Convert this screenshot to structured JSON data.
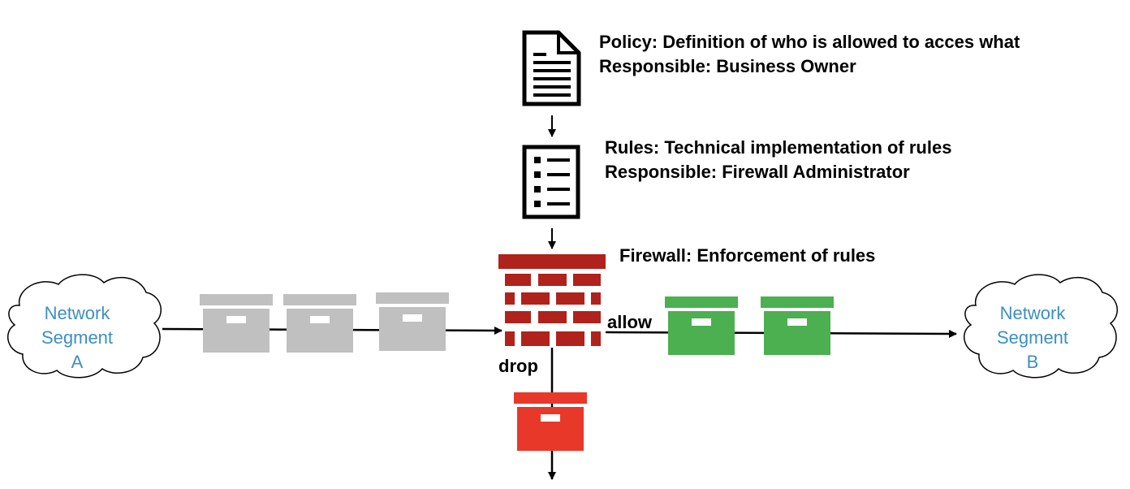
{
  "policy": {
    "line1": "Policy: Definition of who is allowed to acces what",
    "line2": "Responsible: Business Owner",
    "icon": "document-icon"
  },
  "rules": {
    "line1": "Rules: Technical implementation of rules",
    "line2": "Responsible: Firewall Administrator",
    "icon": "checklist-icon"
  },
  "firewall": {
    "label": "Firewall: Enforcement of rules",
    "icon": "brick-wall-icon"
  },
  "flow": {
    "allow_label": "allow",
    "drop_label": "drop"
  },
  "segments": {
    "a": {
      "line1": "Network",
      "line2": "Segment",
      "line3": "A"
    },
    "b": {
      "line1": "Network",
      "line2": "Segment",
      "line3": "B"
    }
  },
  "colors": {
    "incoming_packet": "#c0c0c0",
    "allowed_packet": "#4caf50",
    "dropped_packet": "#e8382a",
    "firewall_brick": "#b0221c",
    "segment_text": "#3b8fc4"
  }
}
